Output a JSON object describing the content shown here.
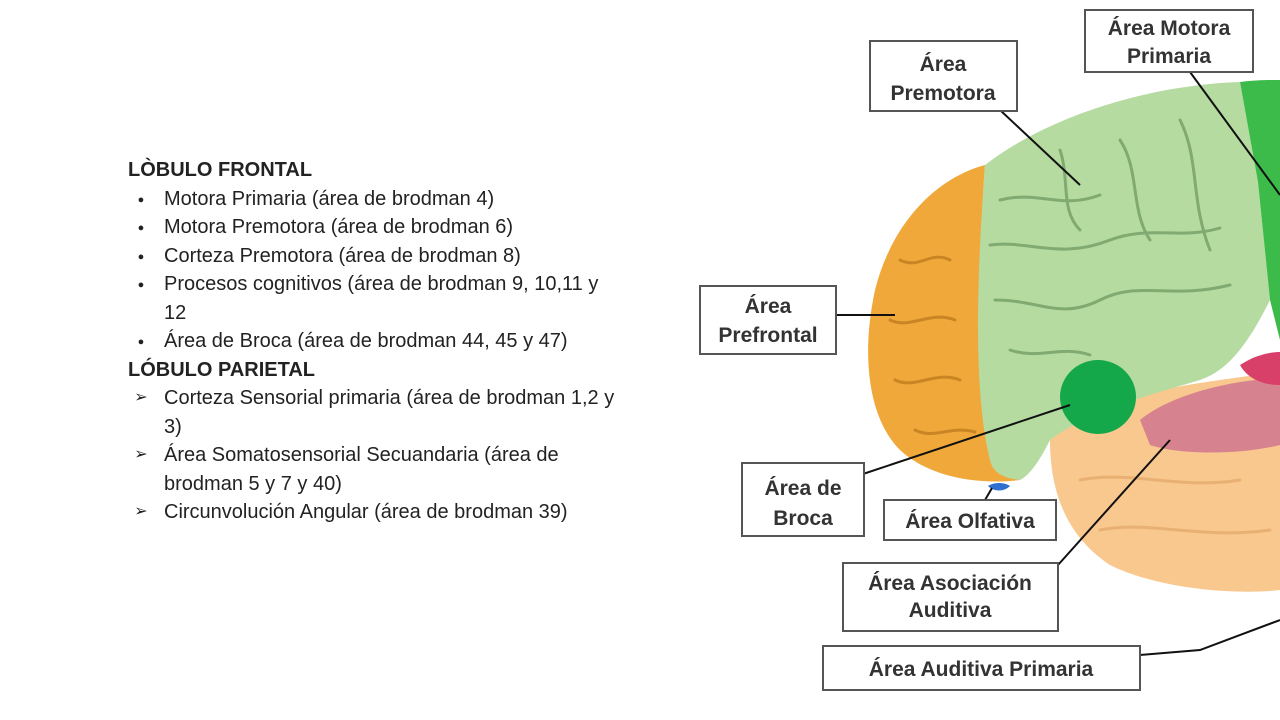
{
  "notes": {
    "frontal": {
      "title": "LÒBULO FRONTAL",
      "items": [
        "Motora Primaria (área de brodman 4)",
        "Motora Premotora (área de brodman 6)",
        "Corteza Premotora (área de brodman 8)",
        "Procesos cognitivos (área de brodman 9, 10,11 y 12",
        "Área de Broca (área de brodman 44, 45 y 47)"
      ]
    },
    "parietal": {
      "title": "LÓBULO PARIETAL",
      "items": [
        "Corteza Sensorial primaria  (área de brodman 1,2 y 3)",
        "Área Somatosensorial Secuandaria (área de brodman 5 y 7 y 40)",
        "Circunvolución Angular (área de brodman 39)"
      ]
    },
    "bullet_icons": {
      "frontal": "filled-circle-bullet-icon",
      "parietal": "arrow-bullet-icon"
    }
  },
  "figure": {
    "labels": {
      "motora_primaria": [
        "Área Motora",
        "Primaria"
      ],
      "premotora": [
        "Área",
        "Premotora"
      ],
      "prefrontal": [
        "Área",
        "Prefrontal"
      ],
      "broca": [
        "Área de",
        "Broca"
      ],
      "olfativa": "Área Olfativa",
      "asociacion_auditiva": [
        "Área Asociación",
        "Auditiva"
      ],
      "auditiva_primaria": "Área Auditiva Primaria"
    },
    "colors": {
      "prefrontal": "#f0a83a",
      "premotora": "#b5dba0",
      "motora_primaria": "#3cbb4a",
      "broca": "#14a84a",
      "temporal": "#f8c88e",
      "asociacion_auditiva": "#d6838f",
      "auditiva_primaria": "#d8406a",
      "olfativa": "#2f6fd0"
    }
  }
}
